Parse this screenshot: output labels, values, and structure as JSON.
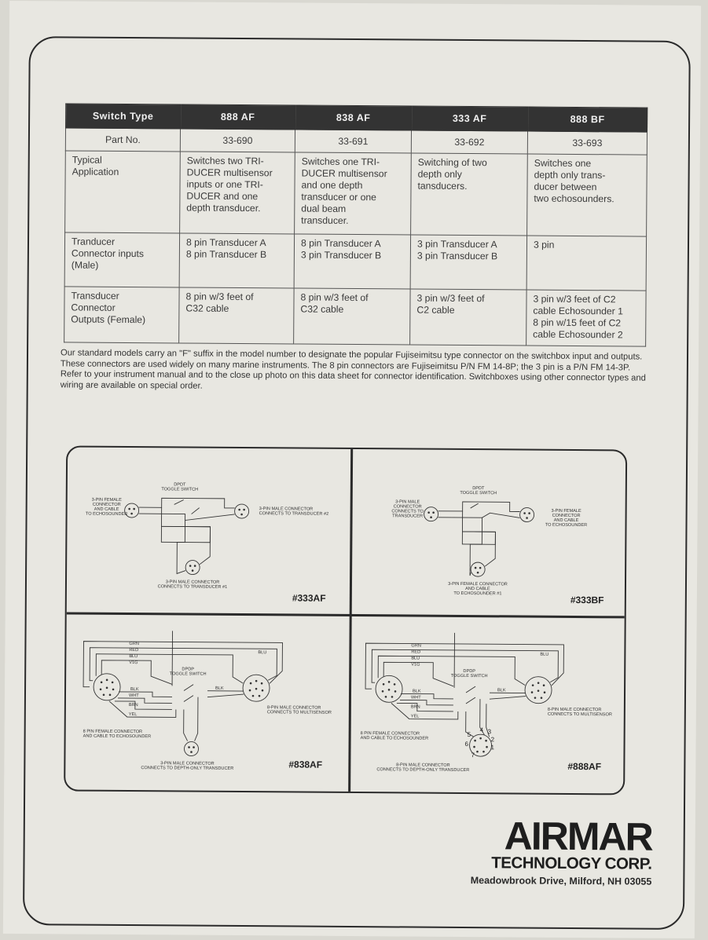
{
  "table": {
    "headers": [
      "Switch Type",
      "888 AF",
      "838 AF",
      "333 AF",
      "888 BF"
    ],
    "rows": [
      {
        "label": "Part No.",
        "cells": [
          "33-690",
          "33-691",
          "33-692",
          "33-693"
        ]
      },
      {
        "label": "Typical\nApplication",
        "cells": [
          "Switches two TRI-\nDUCER multisensor\ninputs or one TRI-\nDUCER and one\ndepth transducer.",
          "Switches one TRI-\nDUCER multisensor\nand one depth\ntransducer or one\ndual beam\ntransducer.",
          "Switching of two\ndepth only\ntansducers.",
          "Switches one\ndepth only trans-\nducer between\ntwo echosounders."
        ]
      },
      {
        "label": "Tranducer\nConnector inputs\n(Male)",
        "cells": [
          "8 pin Transducer A\n8 pin Transducer B",
          "8 pin Transducer A\n3 pin Transducer B",
          "3 pin Transducer A\n3 pin Transducer B",
          "3 pin"
        ]
      },
      {
        "label": "Transducer\nConnector\nOutputs (Female)",
        "cells": [
          "8 pin w/3 feet of\nC32 cable",
          "8 pin w/3 feet of\nC32 cable",
          "3 pin w/3 feet of\nC2 cable",
          "3 pin w/3 feet of C2\ncable Echosounder 1\n8 pin w/15 feet of C2\ncable Echosounder 2"
        ]
      }
    ]
  },
  "note": "Our standard models carry an \"F\" suffix in the model number to designate the popular Fujiseimitsu type connector on the switchbox input and outputs. These connectors are used widely on many marine instruments. The 8 pin connectors are Fujiseimitsu P/N FM 14-8P; the 3 pin is a P/N FM 14-3P. Refer to your instrument manual and to the close up photo on this data sheet for connector identification. Switchboxes using other connector types and wiring are available on special order.",
  "diagrams": {
    "d333af": {
      "tag": "#333AF",
      "switch": "DPDT\nTOGGLE SWITCH",
      "left": "3-PIN FEMALE\nCONNECTOR\nAND CABLE\nTO ECHOSOUNDER",
      "right": "3-PIN MALE CONNECTOR\nCONNECTS TO TRANSDUCER #2",
      "bottom": "3-PIN MALE CONNECTOR\nCONNECTS TO TRANSDUCER #1"
    },
    "d333bf": {
      "tag": "#333BF",
      "switch": "DPDT\nTOGGLE SWITCH",
      "left": "3-PIN MALE\nCONNECTOR\nCONNECTS TO\nTRANSDUCER",
      "right": "3-PIN FEMALE\nCONNECTOR\nAND CABLE\nTO ECHOSOUNDER",
      "bottom": "3-PIN FEMALE CONNECTOR\nAND CABLE\nTO ECHOSOUNDER #1"
    },
    "d838af": {
      "tag": "#838AF",
      "switch": "DPDP\nTOGGLE SWITCH",
      "left": "8 PIN FEMALE CONNECTOR\nAND CABLE TO ECHOSOUNDER",
      "right": "8-PIN MALE CONNECTOR\nCONNECTS TO MULTISENSOR",
      "bottom": "3-PIN MALE CONNECTOR\nCONNECTS TO DEPTH-ONLY TRANSDUCER",
      "wires": [
        "GRN",
        "RED",
        "BLU",
        "V1G",
        "BLU",
        "BLK",
        "BLK",
        "WHT",
        "BRN",
        "YEL"
      ]
    },
    "d888af": {
      "tag": "#888AF",
      "switch": "DPDP\nTOGGLE SWITCH",
      "left": "8 PIN FEMALE CONNECTOR\nAND CABLE TO ECHOSOUNDER",
      "right": "8-PIN MALE CONNECTOR\nCONNECTS TO MULTISENSOR",
      "bottom": "8-PIN MALE CONNECTOR\nCONNECTS TO DEPTH-ONLY TRANSDUCER",
      "wires": [
        "GRN",
        "RED",
        "BLU",
        "V1G",
        "BLU",
        "BLK",
        "BLK",
        "WHT",
        "BRN",
        "YEL"
      ],
      "pins": [
        "1",
        "2",
        "3",
        "4",
        "5",
        "6",
        "7"
      ]
    }
  },
  "logo": {
    "main": "AIRMAR",
    "sub": "TECHNOLOGY CORP.",
    "address": "Meadowbrook Drive, Milford, NH 03055"
  }
}
